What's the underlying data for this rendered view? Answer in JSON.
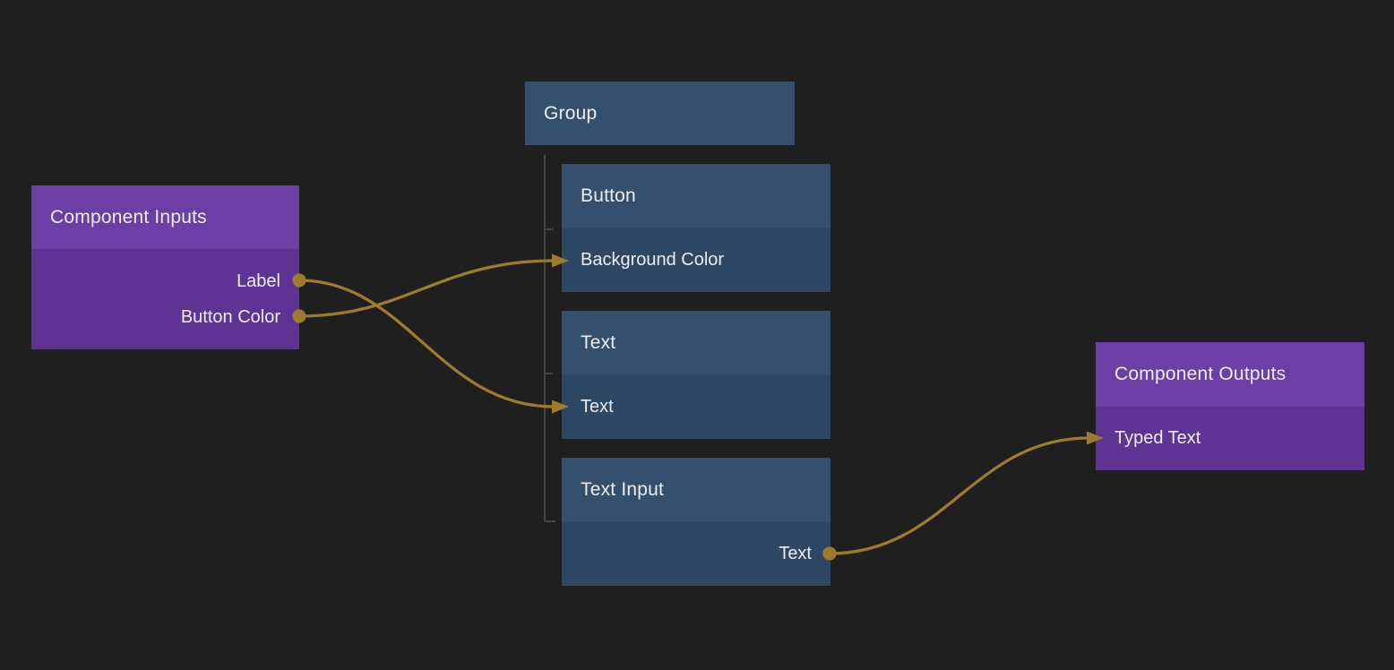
{
  "app": {
    "description": "Dark node-graph editor canvas linking component inputs/outputs to grouped UI elements"
  },
  "colors": {
    "canvas_background": "#1f1f20",
    "purple_node_header": "#6b3fa3",
    "purple_node_body": "#5d3494",
    "blue_node_header": "#35506e",
    "blue_node_body": "#2e4765",
    "wire": "#9d7b2d",
    "tree_connector": "#464647",
    "text": "#efedf3"
  },
  "nodes": {
    "component_inputs": {
      "title": "Component Inputs",
      "ports": [
        {
          "label": "Label",
          "direction": "output"
        },
        {
          "label": "Button Color",
          "direction": "output"
        }
      ]
    },
    "group": {
      "title": "Group"
    },
    "button": {
      "title": "Button",
      "ports": [
        {
          "label": "Background Color",
          "direction": "input"
        }
      ]
    },
    "text": {
      "title": "Text",
      "ports": [
        {
          "label": "Text",
          "direction": "input"
        }
      ]
    },
    "text_input": {
      "title": "Text Input",
      "ports": [
        {
          "label": "Text",
          "direction": "output"
        }
      ]
    },
    "component_outputs": {
      "title": "Component Outputs",
      "ports": [
        {
          "label": "Typed Text",
          "direction": "input"
        }
      ]
    }
  },
  "connections": [
    {
      "from": "Component Inputs / Label",
      "to": "Text / Text"
    },
    {
      "from": "Component Inputs / Button Color",
      "to": "Button / Background Color"
    },
    {
      "from": "Text Input / Text",
      "to": "Component Outputs / Typed Text"
    }
  ],
  "group_children": [
    "Button",
    "Text",
    "Text Input"
  ]
}
